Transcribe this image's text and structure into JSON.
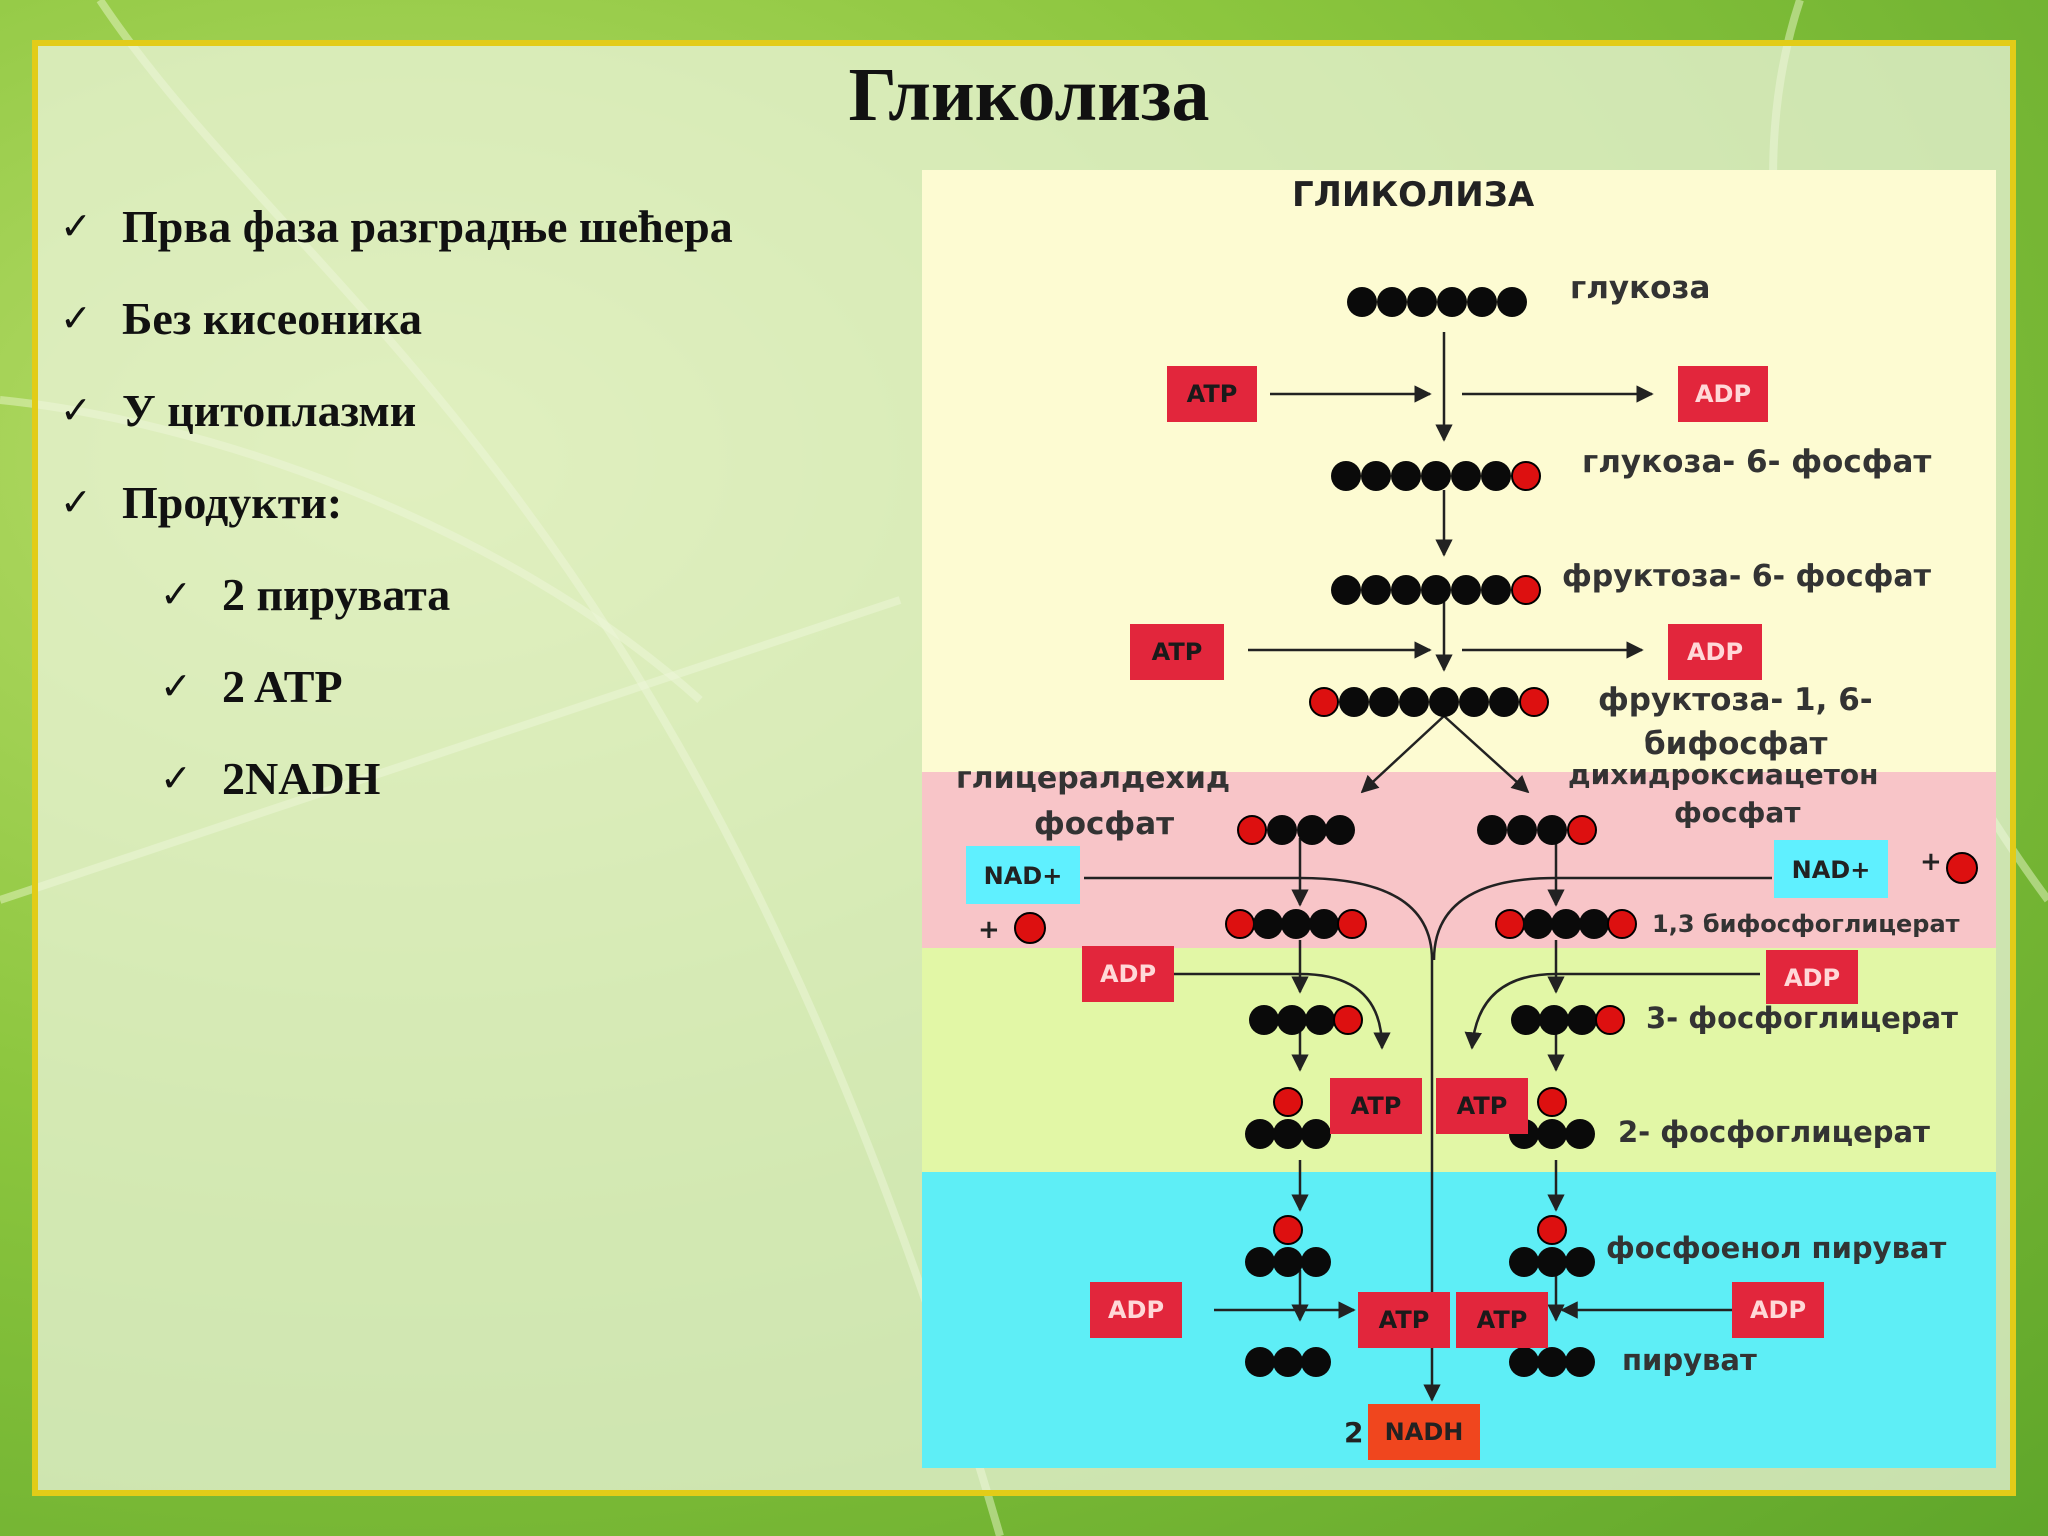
{
  "slide": {
    "title": "Гликолиза",
    "bullets": [
      {
        "text": "Прва фаза разградње шећера",
        "level": 1
      },
      {
        "text": "Без кисеоника",
        "level": 1
      },
      {
        "text": "У цитоплазми",
        "level": 1
      },
      {
        "text": "Продукти:",
        "level": 1
      },
      {
        "text": "2 пирувата",
        "level": 2
      },
      {
        "text": "2 ATP",
        "level": 2
      },
      {
        "text": "2NADH",
        "level": 2
      }
    ],
    "check_icon": "✓"
  },
  "diagram": {
    "title": "ГЛИКОЛИЗА",
    "labels": {
      "glucose": "глукоза",
      "g6p": "глукоза- 6- фосфат",
      "f6p": "фруктоза- 6- фосфат",
      "f16bp_1": "фруктоза- 1, 6-",
      "f16bp_2": "бифосфат",
      "g3p_1": "глицералдехид",
      "g3p_2": "фосфат",
      "dhap_1": "дихидроксиацетон",
      "dhap_2": "фосфат",
      "bpg": "1,3 бифосфоглицерат",
      "pg3": "3- фосфоглицерат",
      "pg2": "2- фосфоглицерат",
      "pep": "фосфоенол пируват",
      "pyr": "пируват",
      "nadh_count": "2"
    },
    "tags": {
      "atp": "ATP",
      "adp": "ADP",
      "nad": "NAD+",
      "nadh": "NADH",
      "plus": "+"
    },
    "colors": {
      "zone_yellow": "#fdfbd2",
      "zone_pink": "#f8c5c8",
      "zone_green": "#e2f7a6",
      "zone_cyan": "#5eeef6",
      "box_red": "#e2263c",
      "box_cyan": "#5ff0ff",
      "nadh_box": "#f0461e",
      "carbon": "#0a0a0a",
      "phosphate": "#dd1010"
    }
  }
}
